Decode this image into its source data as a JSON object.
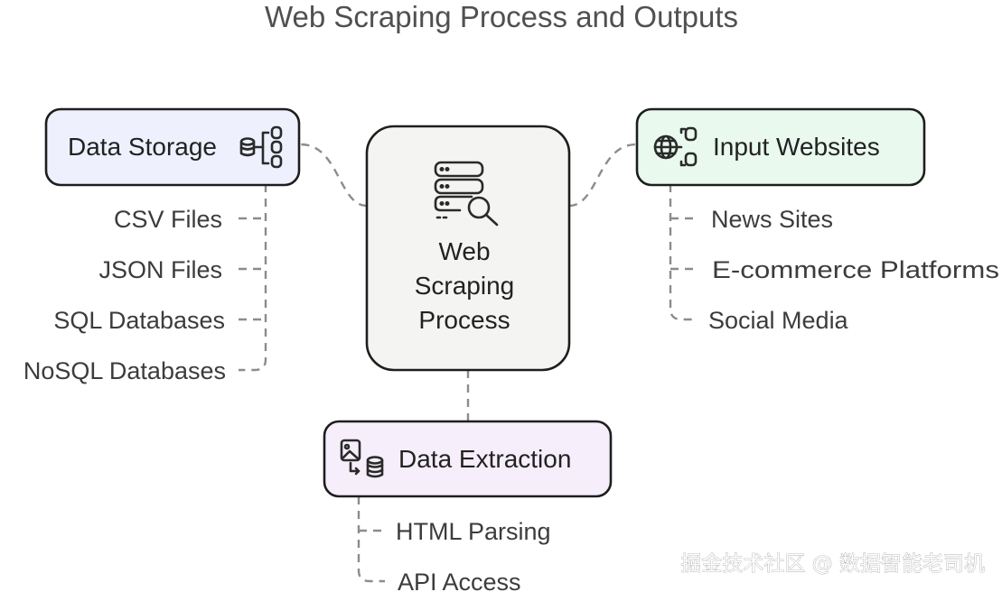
{
  "title": "Web Scraping Process and Outputs",
  "center": {
    "lines": [
      "Web",
      "Scraping",
      "Process"
    ],
    "icon": "server-search-icon",
    "fill": "#f4f4f2"
  },
  "nodes": {
    "storage": {
      "label": "Data Storage",
      "icon": "database-tree-icon",
      "fill": "#eef1fd",
      "items": [
        "CSV Files",
        "JSON Files",
        "SQL Databases",
        "NoSQL Databases"
      ]
    },
    "input": {
      "label": "Input Websites",
      "icon": "globe-database-icon",
      "fill": "#e9f9ee",
      "items": [
        "News Sites",
        "E-commerce Platforms",
        "Social Media"
      ]
    },
    "extraction": {
      "label": "Data Extraction",
      "icon": "image-to-database-icon",
      "fill": "#f6effb",
      "items": [
        "HTML Parsing",
        "API Access"
      ]
    }
  },
  "watermark": "掘金技术社区 @ 数据智能老司机"
}
